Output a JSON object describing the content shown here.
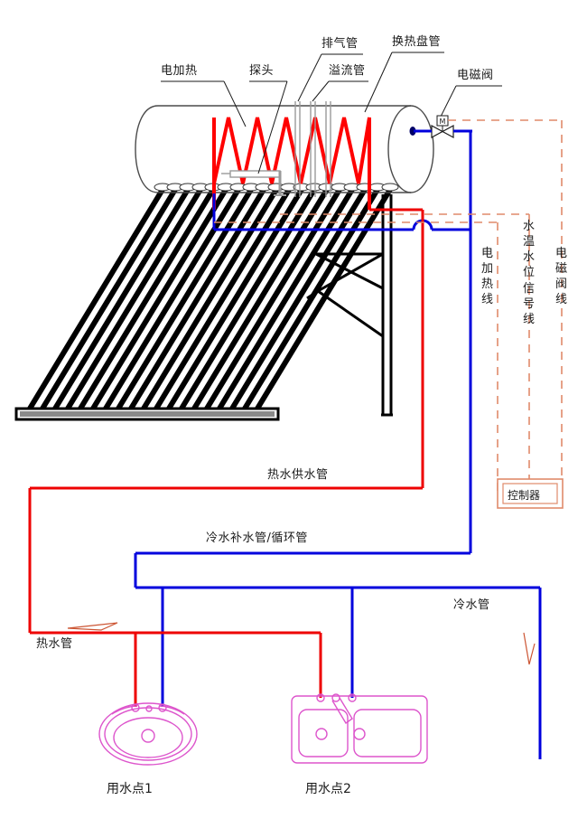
{
  "diagram": {
    "title_hidden": "",
    "colors": {
      "hot_pipe": "#ee0000",
      "cold_pipe": "#0000dd",
      "control_wire": "#e08a6a",
      "fixture": "#dd55cc",
      "coil": "#ff0000",
      "outline": "#4a4a4a",
      "tube": "#000000"
    }
  },
  "labels": {
    "electric_heating": "电加热",
    "probe": "探头",
    "exhaust_pipe": "排气管",
    "overflow_pipe": "溢流管",
    "heat_exchange_coil": "换热盘管",
    "solenoid_valve": "电磁阀"
  },
  "wires": {
    "electric_heating_wire": "电加热线",
    "water_temp_level_signal_wire": "水温水位信号线",
    "solenoid_valve_wire": "电磁阀线"
  },
  "controller": {
    "label": "控制器"
  },
  "pipes": {
    "hot_water_supply": "热水供水管",
    "cold_makeup_circulation": "冷水补水管/循环管",
    "hot_water_pipe": "热水管",
    "cold_water_pipe": "冷水管"
  },
  "fixtures": [
    {
      "name": "用水点1",
      "type": "oval-basin"
    },
    {
      "name": "用水点2",
      "type": "double-sink"
    }
  ]
}
